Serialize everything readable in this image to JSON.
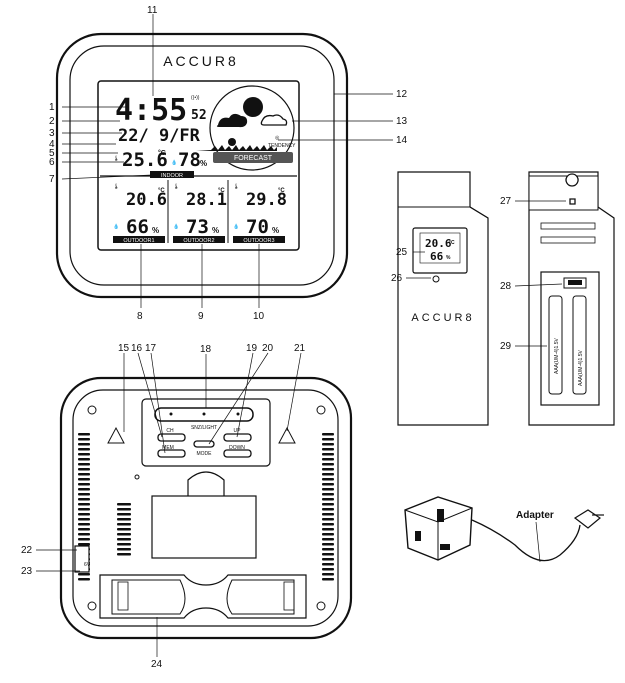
{
  "brand": "ACCUR8",
  "display": {
    "time_hm": "4:55",
    "time_sec": "52",
    "date": "22/ 9/FR",
    "indoor_temp": "25.6",
    "indoor_unit": "°C",
    "indoor_hum": "78",
    "indoor_label": "INDOOR",
    "forecast_label": "FORECAST",
    "tendency_label": "TENDENCY",
    "pct": "%",
    "rcc": "((•))"
  },
  "outdoor": [
    {
      "temp": "20.6",
      "hum": "66",
      "label": "OUTDOOR1"
    },
    {
      "temp": "28.1",
      "hum": "73",
      "label": "OUTDOOR2"
    },
    {
      "temp": "29.8",
      "hum": "70",
      "label": "OUTDOOR3"
    }
  ],
  "sensor": {
    "temp": "20.6",
    "hum": "66",
    "unit": "°C"
  },
  "back": {
    "snz_label": "SNZ/LIGHT",
    "ch_label": "CH",
    "up_label": "UP",
    "mem_label": "MEM",
    "mode_label": "MODE",
    "down_label": "DOWN"
  },
  "battery_labels": [
    "AAA(UM-4)1.5V",
    "AAA(UM-4)1.5V"
  ],
  "adapter_label": "Adapter",
  "callouts": [
    "1",
    "2",
    "3",
    "4",
    "5",
    "6",
    "7",
    "8",
    "9",
    "10",
    "11",
    "12",
    "13",
    "14",
    "15",
    "16",
    "17",
    "18",
    "19",
    "20",
    "21",
    "22",
    "23",
    "24",
    "25",
    "26",
    "27",
    "28",
    "29"
  ]
}
